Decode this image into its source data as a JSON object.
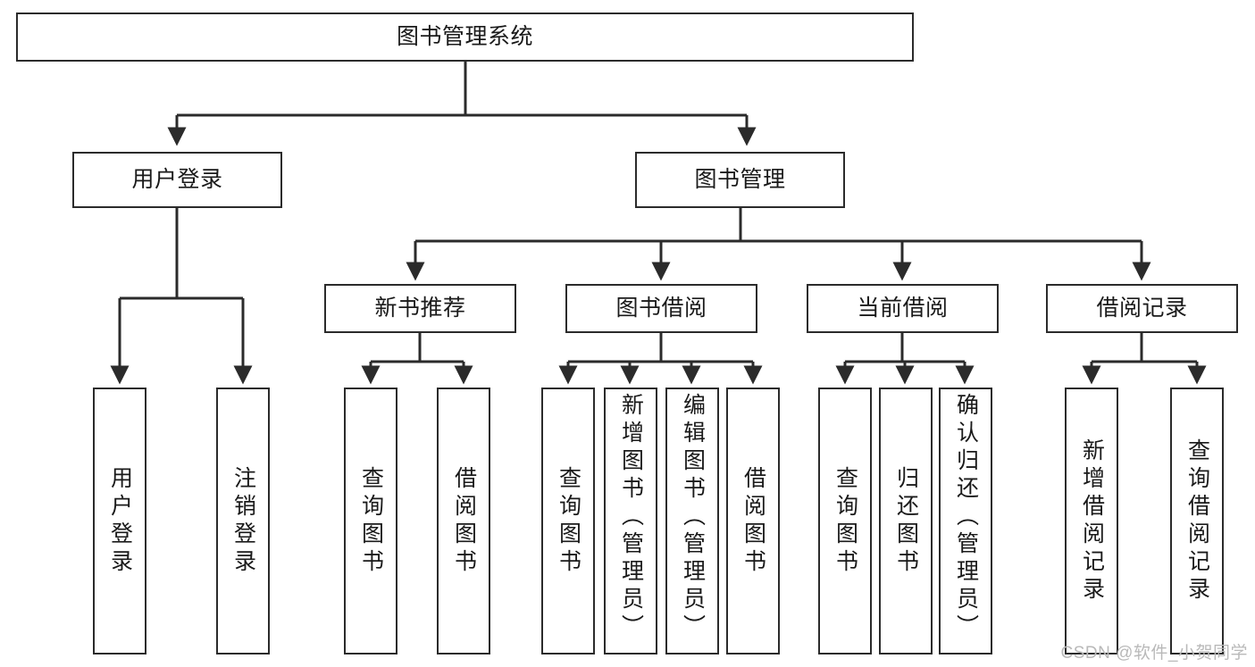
{
  "diagram": {
    "title": "图书管理系统",
    "type": "tree-hierarchy",
    "watermark": "CSDN @软件_小贺同学",
    "colors": {
      "stroke": "#2b2b2b",
      "fill": "#ffffff",
      "text": "#1a1a1a",
      "watermark": "#b9b9b9"
    },
    "nodes": {
      "root": "图书管理系统",
      "level2": {
        "user_login": "用户登录",
        "book_manage": "图书管理"
      },
      "level3": {
        "new_book_rec": "新书推荐",
        "book_borrow": "图书借阅",
        "current_borrow": "当前借阅",
        "borrow_record": "借阅记录"
      },
      "leaves": {
        "login_1": "用户登录",
        "login_2": "注销登录",
        "rec_1": "查询图书",
        "rec_2": "借阅图书",
        "borrow_1": "查询图书",
        "borrow_2": "新增图书（管理员）",
        "borrow_3": "编辑图书（管理员）",
        "borrow_4": "借阅图书",
        "cur_1": "查询图书",
        "cur_2": "归还图书",
        "cur_3": "确认归还（管理员）",
        "rec2_1": "新增借阅记录",
        "rec2_2": "查询借阅记录"
      }
    }
  }
}
